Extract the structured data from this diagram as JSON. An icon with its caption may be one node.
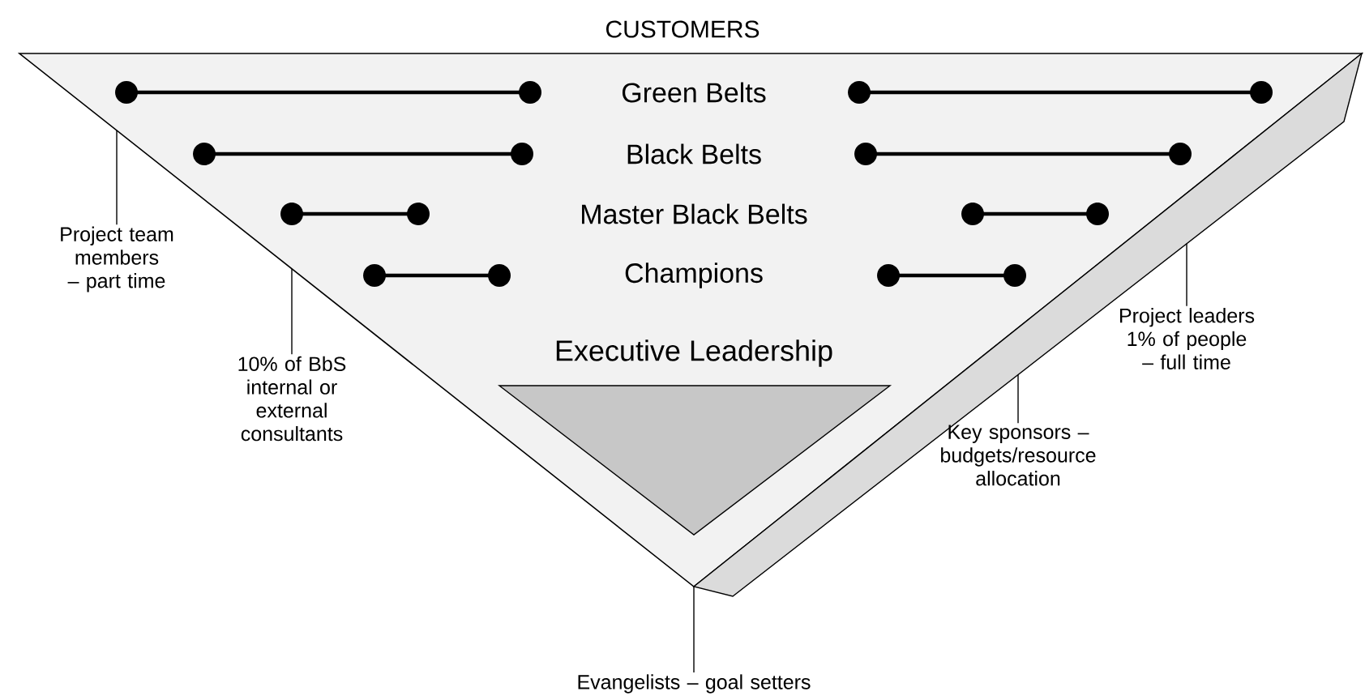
{
  "diagram": {
    "nodes": [
      {
        "text": [
          "CUSTOMERS"
        ]
      },
      {
        "text": [
          "Executive Leadership"
        ],
        "in": 0
      },
      {
        "text": [
          "Project team members – part time"
        ]
      },
      {
        "text": [
          "10% of BbS internal or external consultants"
        ]
      },
      {
        "text": [
          "Evangelists – goal setters"
        ]
      },
      {
        "text": [
          "Key sponsors – budgets/resource allocation"
        ]
      },
      {
        "text": [
          "Project leaders 1% of people – full time"
        ]
      }
    ],
    "edges": [
      {
        "from": 2,
        "to": 0,
        "arrow": "none"
      },
      {
        "from": 3,
        "to": 0,
        "arrow": "none"
      },
      {
        "from": 4,
        "to": 0,
        "arrow": "none"
      },
      {
        "from": 5,
        "to": 0,
        "arrow": "none"
      },
      {
        "from": 6,
        "to": 0,
        "arrow": "none"
      }
    ],
    "labels": [
      "Green Belts",
      "Black Belts",
      "Master Black Belts",
      "Champions"
    ]
  }
}
